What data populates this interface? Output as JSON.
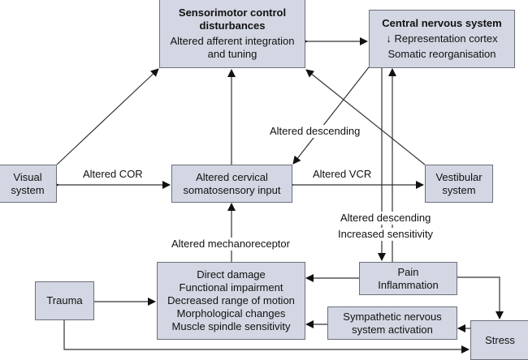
{
  "colors": {
    "box_fill": "#d3d7e3",
    "box_border": "#6d6f78",
    "line": "#222222"
  },
  "boxes": {
    "sensorimotor": {
      "title": "Sensorimotor control disturbances",
      "lines": [
        "Altered afferent integration",
        "and tuning"
      ]
    },
    "cns": {
      "title": "Central nervous system",
      "lines": [
        "↓ Representation cortex",
        "Somatic reorganisation"
      ]
    },
    "visual": {
      "lines": [
        "Visual",
        "system"
      ]
    },
    "cervical": {
      "lines": [
        "Altered cervical",
        "somatosensory input"
      ]
    },
    "vestibular": {
      "lines": [
        "Vestibular",
        "system"
      ]
    },
    "damage": {
      "lines": [
        "Direct damage",
        "Functional impairment",
        "Decreased range of motion",
        "Morphological changes",
        "Muscle spindle sensitivity"
      ]
    },
    "trauma": {
      "lines": [
        "Trauma"
      ]
    },
    "pain": {
      "lines": [
        "Pain",
        "Inflammation"
      ]
    },
    "sympathetic": {
      "lines": [
        "Sympathetic nervous",
        "system activation"
      ]
    },
    "stress": {
      "lines": [
        "Stress"
      ]
    }
  },
  "labels": {
    "cor": "Altered COR",
    "vcr": "Altered VCR",
    "descending_top": "Altered descending",
    "descending_bottom": "Altered descending",
    "sensitivity": "Increased sensitivity",
    "mechanoreceptor": "Altered mechanoreceptor"
  }
}
